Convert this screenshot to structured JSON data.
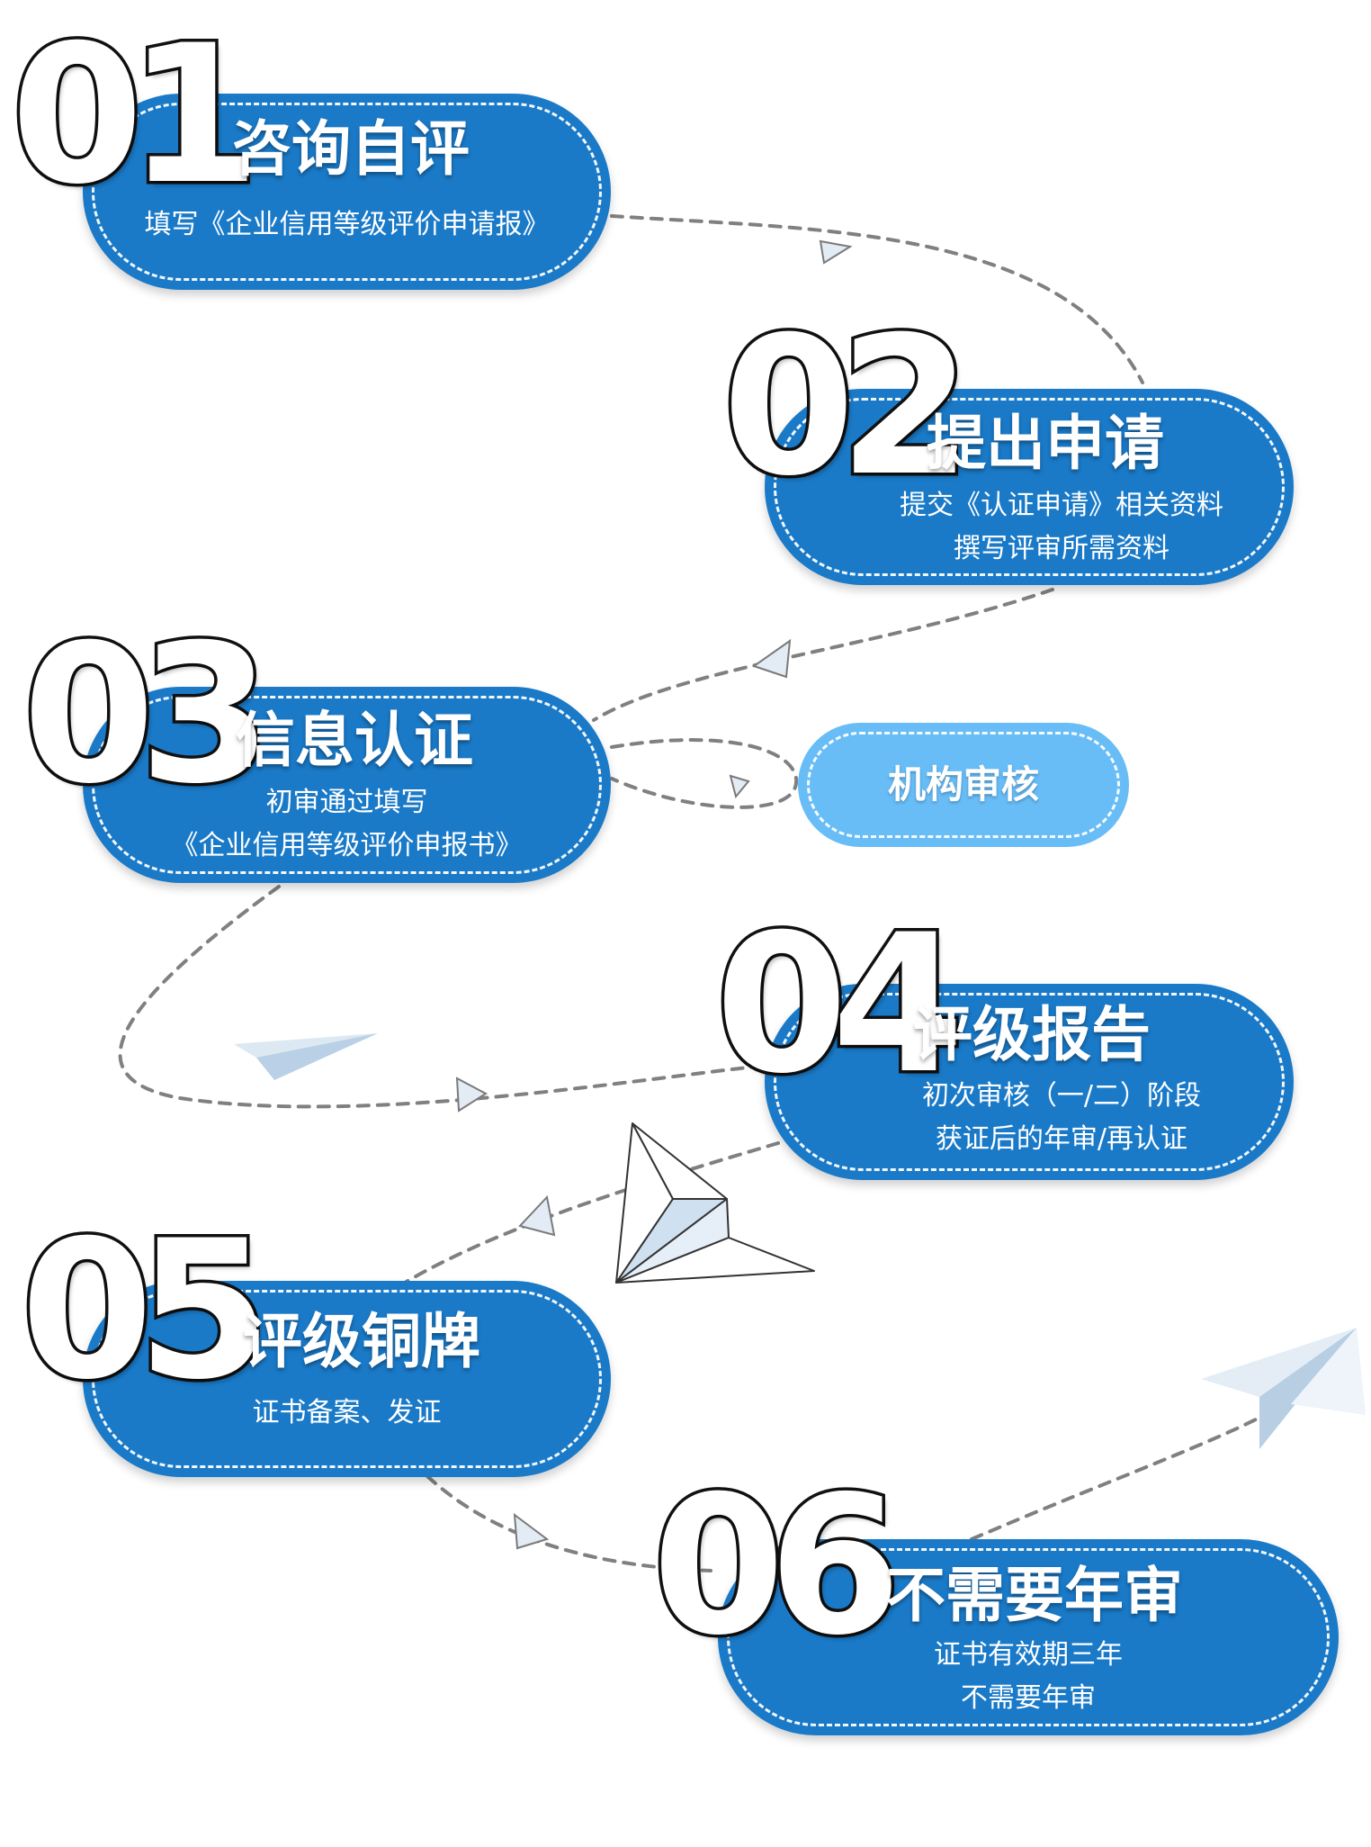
{
  "colors": {
    "pill": "#1a7ac8",
    "pill_light": "#68bdf7",
    "dash": "#808080",
    "arrow_fill": "#e3ecf5"
  },
  "steps": [
    {
      "num": "01",
      "title": "咨询自评",
      "lines": [
        "填写《企业信用等级评价申请报》"
      ]
    },
    {
      "num": "02",
      "title": "提出申请",
      "lines": [
        "提交《认证申请》相关资料",
        "撰写评审所需资料"
      ]
    },
    {
      "num": "03",
      "title": "信息认证",
      "lines": [
        "初审通过填写",
        "《企业信用等级评价申报书》"
      ]
    },
    {
      "num": "04",
      "title": "评级报告",
      "lines": [
        "初次审核（一/二）阶段",
        "获证后的年审/再认证"
      ]
    },
    {
      "num": "05",
      "title": "评级铜牌",
      "lines": [
        "证书备案、发证"
      ]
    },
    {
      "num": "06",
      "title": "不需要年审",
      "lines": [
        "证书有效期三年",
        "不需要年审"
      ]
    }
  ],
  "side_label": "机构审核"
}
